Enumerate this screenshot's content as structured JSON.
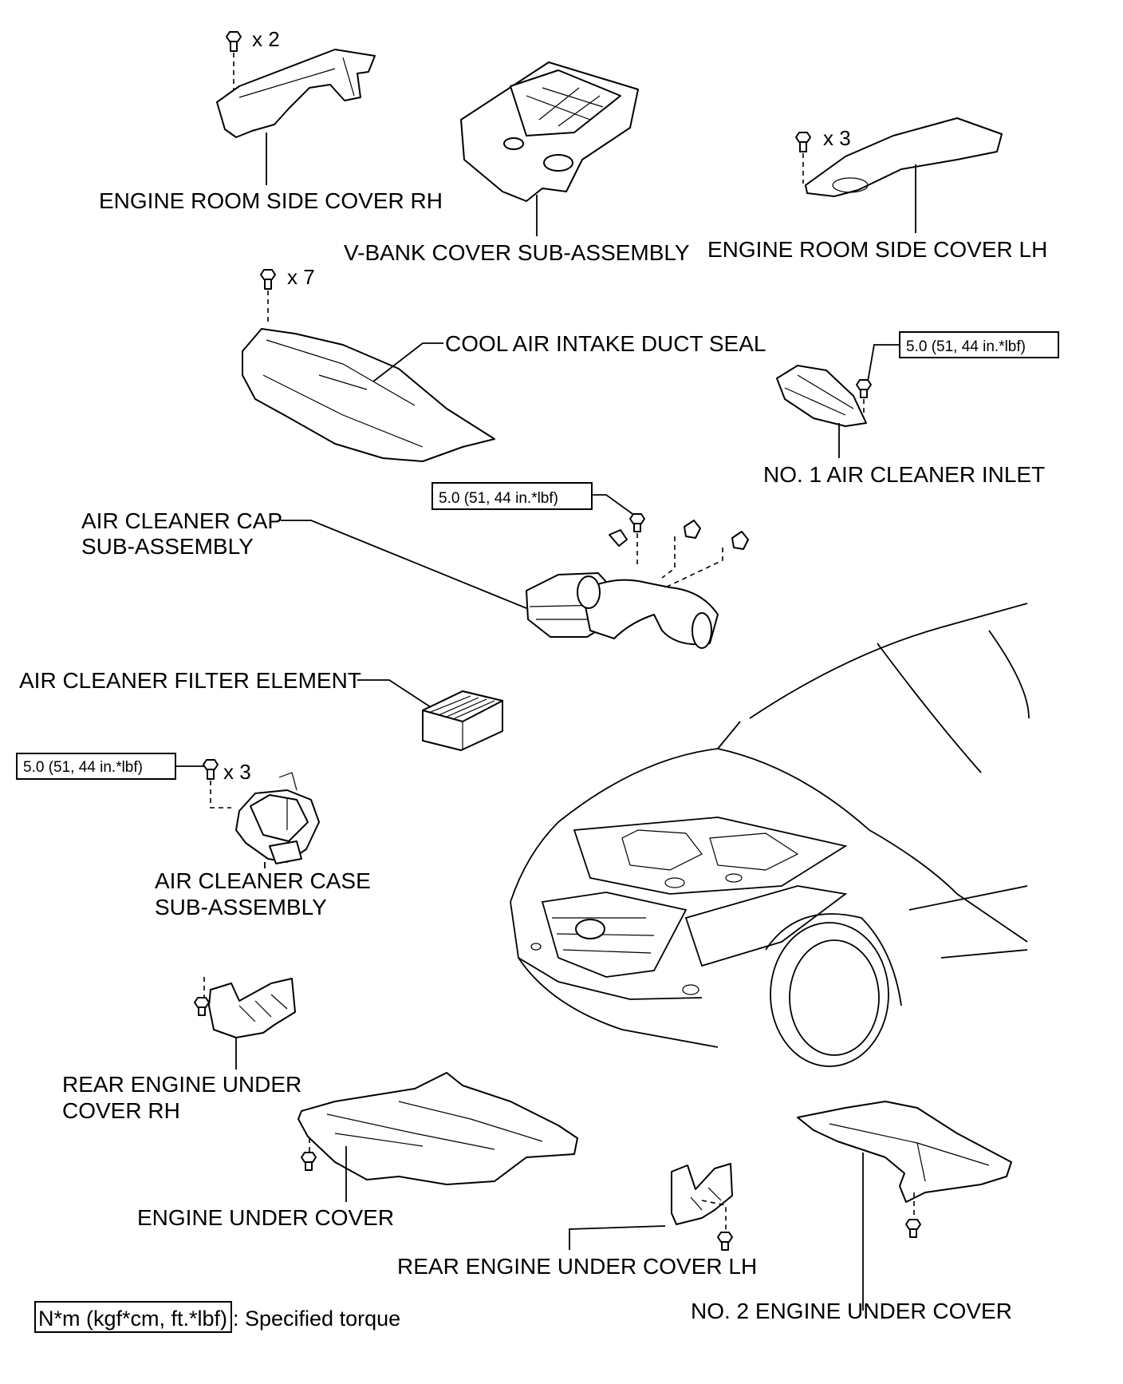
{
  "labels": {
    "engine_room_side_cover_rh": "ENGINE ROOM SIDE COVER RH",
    "v_bank_cover": "V-BANK COVER SUB-ASSEMBLY",
    "engine_room_side_cover_lh": "ENGINE ROOM SIDE COVER LH",
    "cool_air_intake_duct_seal": "COOL AIR INTAKE DUCT SEAL",
    "no1_air_cleaner_inlet": "NO. 1 AIR CLEANER INLET",
    "air_cleaner_cap_line1": "AIR CLEANER CAP",
    "air_cleaner_cap_line2": "SUB-ASSEMBLY",
    "air_cleaner_filter_element": "AIR CLEANER FILTER ELEMENT",
    "air_cleaner_case_line1": "AIR CLEANER CASE",
    "air_cleaner_case_line2": "SUB-ASSEMBLY",
    "rear_engine_under_cover_rh_line1": "REAR ENGINE UNDER",
    "rear_engine_under_cover_rh_line2": "COVER RH",
    "engine_under_cover": "ENGINE UNDER COVER",
    "rear_engine_under_cover_lh": "REAR ENGINE UNDER COVER LH",
    "no2_engine_under_cover": "NO. 2 ENGINE UNDER COVER"
  },
  "counts": {
    "side_cover_rh": "x 2",
    "side_cover_lh": "x 3",
    "duct_seal": "x 7",
    "air_cleaner_case": "x 3"
  },
  "torques": {
    "air_cleaner_inlet": "5.0 (51, 44 in.*lbf)",
    "air_cleaner_cap": "5.0 (51, 44 in.*lbf)",
    "air_cleaner_case": "5.0 (51, 44 in.*lbf)"
  },
  "legend": {
    "box_text": "N*m (kgf*cm, ft.*lbf)",
    "description": ": Specified torque"
  }
}
